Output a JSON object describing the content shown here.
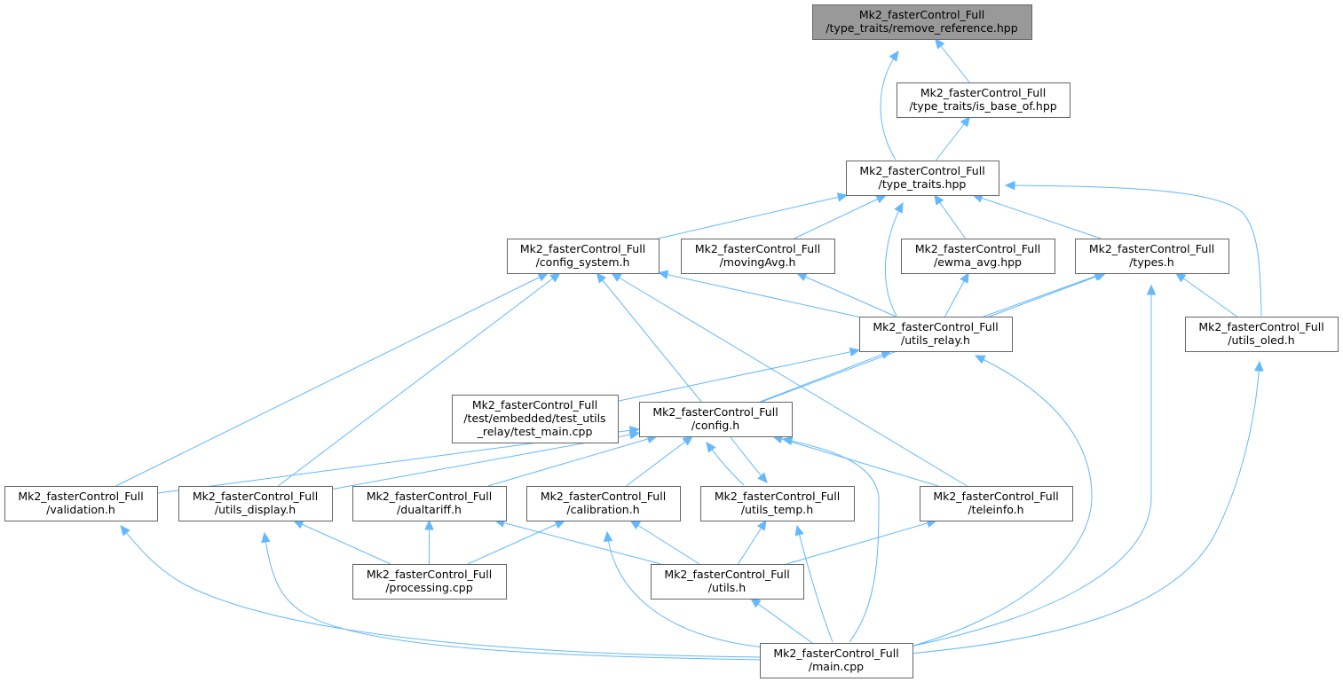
{
  "nodes": [
    {
      "id": "remove_reference",
      "lines": [
        "Mk2_fasterControl_Full",
        "/type_traits/remove_reference.hpp"
      ],
      "highlighted": true
    },
    {
      "id": "is_base_of",
      "lines": [
        "Mk2_fasterControl_Full",
        "/type_traits/is_base_of.hpp"
      ]
    },
    {
      "id": "type_traits",
      "lines": [
        "Mk2_fasterControl_Full",
        "/type_traits.hpp"
      ]
    },
    {
      "id": "config_system",
      "lines": [
        "Mk2_fasterControl_Full",
        "/config_system.h"
      ]
    },
    {
      "id": "movingAvg",
      "lines": [
        "Mk2_fasterControl_Full",
        "/movingAvg.h"
      ]
    },
    {
      "id": "ewma_avg",
      "lines": [
        "Mk2_fasterControl_Full",
        "/ewma_avg.hpp"
      ]
    },
    {
      "id": "types",
      "lines": [
        "Mk2_fasterControl_Full",
        "/types.h"
      ]
    },
    {
      "id": "utils_relay",
      "lines": [
        "Mk2_fasterControl_Full",
        "/utils_relay.h"
      ]
    },
    {
      "id": "utils_oled",
      "lines": [
        "Mk2_fasterControl_Full",
        "/utils_oled.h"
      ]
    },
    {
      "id": "test_main",
      "lines": [
        "Mk2_fasterControl_Full",
        "/test/embedded/test_utils",
        "_relay/test_main.cpp"
      ]
    },
    {
      "id": "config",
      "lines": [
        "Mk2_fasterControl_Full",
        "/config.h"
      ]
    },
    {
      "id": "validation",
      "lines": [
        "Mk2_fasterControl_Full",
        "/validation.h"
      ]
    },
    {
      "id": "utils_display",
      "lines": [
        "Mk2_fasterControl_Full",
        "/utils_display.h"
      ]
    },
    {
      "id": "dualtariff",
      "lines": [
        "Mk2_fasterControl_Full",
        "/dualtariff.h"
      ]
    },
    {
      "id": "calibration",
      "lines": [
        "Mk2_fasterControl_Full",
        "/calibration.h"
      ]
    },
    {
      "id": "utils_temp",
      "lines": [
        "Mk2_fasterControl_Full",
        "/utils_temp.h"
      ]
    },
    {
      "id": "teleinfo",
      "lines": [
        "Mk2_fasterControl_Full",
        "/teleinfo.h"
      ]
    },
    {
      "id": "processing",
      "lines": [
        "Mk2_fasterControl_Full",
        "/processing.cpp"
      ]
    },
    {
      "id": "utils",
      "lines": [
        "Mk2_fasterControl_Full",
        "/utils.h"
      ]
    },
    {
      "id": "main",
      "lines": [
        "Mk2_fasterControl_Full",
        "/main.cpp"
      ]
    }
  ],
  "edges": [
    {
      "from": "type_traits",
      "to": "remove_reference"
    },
    {
      "from": "is_base_of",
      "to": "remove_reference"
    },
    {
      "from": "type_traits",
      "to": "is_base_of"
    },
    {
      "from": "config_system",
      "to": "type_traits"
    },
    {
      "from": "movingAvg",
      "to": "type_traits"
    },
    {
      "from": "utils_relay",
      "to": "type_traits"
    },
    {
      "from": "ewma_avg",
      "to": "type_traits"
    },
    {
      "from": "types",
      "to": "type_traits"
    },
    {
      "from": "utils_oled",
      "to": "type_traits"
    },
    {
      "from": "utils_relay",
      "to": "config_system"
    },
    {
      "from": "config",
      "to": "config_system"
    },
    {
      "from": "teleinfo",
      "to": "config_system"
    },
    {
      "from": "validation",
      "to": "config_system"
    },
    {
      "from": "utils_display",
      "to": "config_system"
    },
    {
      "from": "utils_relay",
      "to": "movingAvg"
    },
    {
      "from": "utils_relay",
      "to": "ewma_avg"
    },
    {
      "from": "utils_relay",
      "to": "types"
    },
    {
      "from": "config",
      "to": "types"
    },
    {
      "from": "main",
      "to": "types"
    },
    {
      "from": "utils_oled",
      "to": "types"
    },
    {
      "from": "test_main",
      "to": "utils_relay"
    },
    {
      "from": "config",
      "to": "utils_relay"
    },
    {
      "from": "main",
      "to": "utils_relay"
    },
    {
      "from": "main",
      "to": "utils_oled"
    },
    {
      "from": "validation",
      "to": "config"
    },
    {
      "from": "utils_display",
      "to": "config"
    },
    {
      "from": "dualtariff",
      "to": "config"
    },
    {
      "from": "calibration",
      "to": "config"
    },
    {
      "from": "utils_temp",
      "to": "config"
    },
    {
      "from": "config",
      "to": "utils_temp"
    },
    {
      "from": "teleinfo",
      "to": "config"
    },
    {
      "from": "main",
      "to": "config"
    },
    {
      "from": "main",
      "to": "validation"
    },
    {
      "from": "processing",
      "to": "utils_display"
    },
    {
      "from": "main",
      "to": "utils_display"
    },
    {
      "from": "processing",
      "to": "dualtariff"
    },
    {
      "from": "utils",
      "to": "dualtariff"
    },
    {
      "from": "processing",
      "to": "calibration"
    },
    {
      "from": "utils",
      "to": "calibration"
    },
    {
      "from": "main",
      "to": "calibration"
    },
    {
      "from": "utils",
      "to": "utils_temp"
    },
    {
      "from": "main",
      "to": "utils_temp"
    },
    {
      "from": "utils",
      "to": "teleinfo"
    },
    {
      "from": "main",
      "to": "utils"
    }
  ]
}
